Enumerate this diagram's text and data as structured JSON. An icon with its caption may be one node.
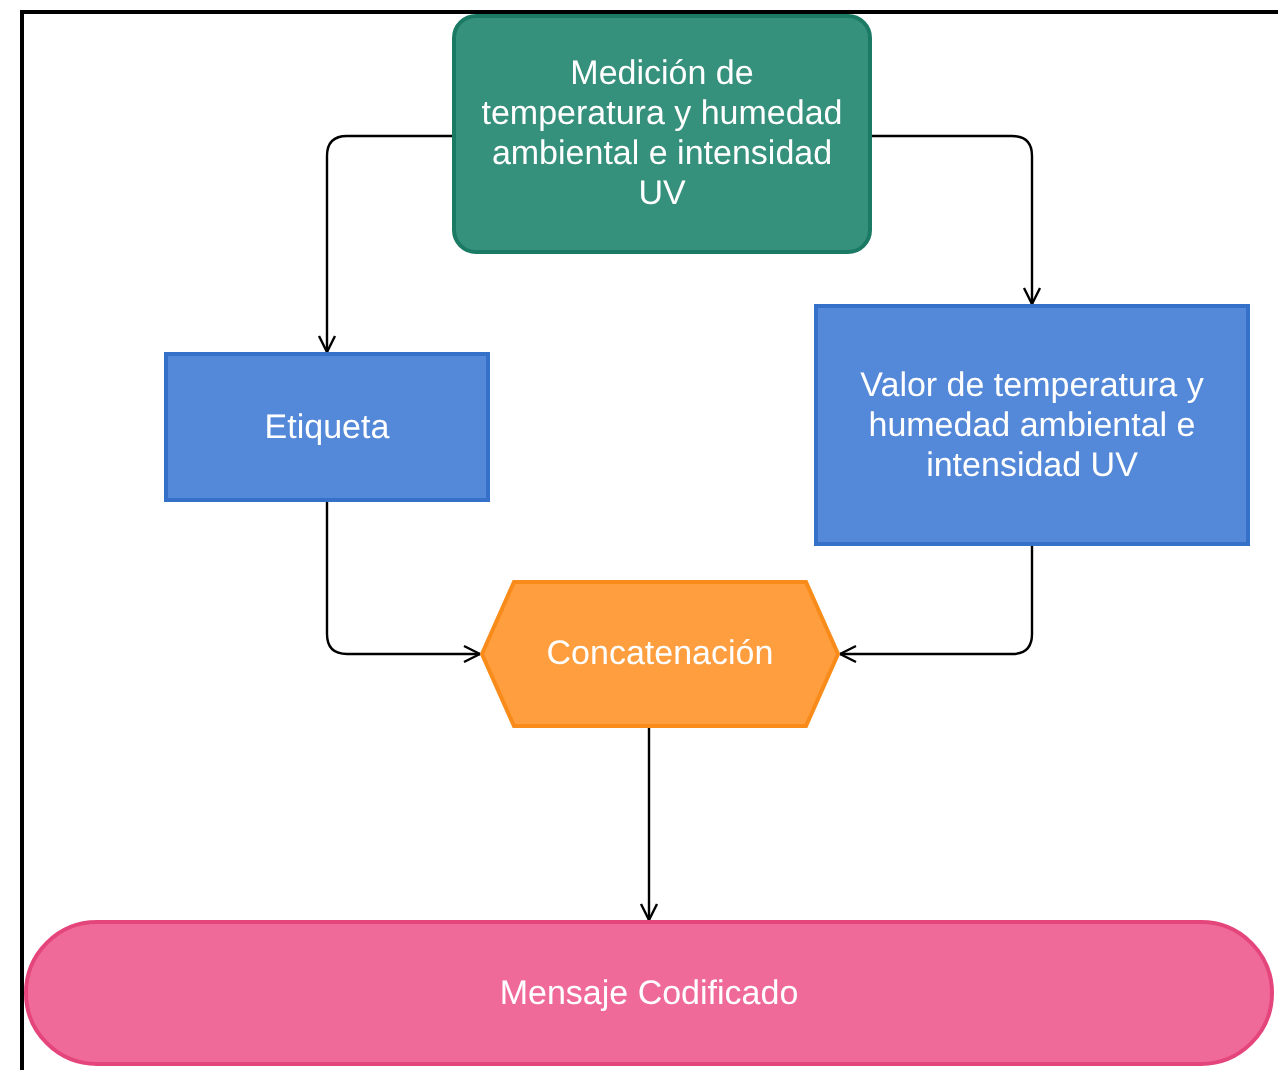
{
  "diagram": {
    "nodes": [
      {
        "text": [
          "Medición de temperatura y humedad ambiental e intensidad UV"
        ]
      },
      {
        "text": [
          "Etiqueta"
        ]
      },
      {
        "text": [
          "Valor de temperatura y humedad ambiental e intensidad UV"
        ]
      },
      {
        "text": [
          "Concatenación"
        ]
      },
      {
        "text": [
          "Mensaje Codificado"
        ]
      }
    ],
    "edges": [
      {
        "from": 0,
        "to": 1,
        "arrow": "to"
      },
      {
        "from": 0,
        "to": 2,
        "arrow": "to"
      },
      {
        "from": 1,
        "to": 3,
        "arrow": "to"
      },
      {
        "from": 2,
        "to": 3,
        "arrow": "to"
      },
      {
        "from": 3,
        "to": 4,
        "arrow": "to"
      }
    ]
  }
}
